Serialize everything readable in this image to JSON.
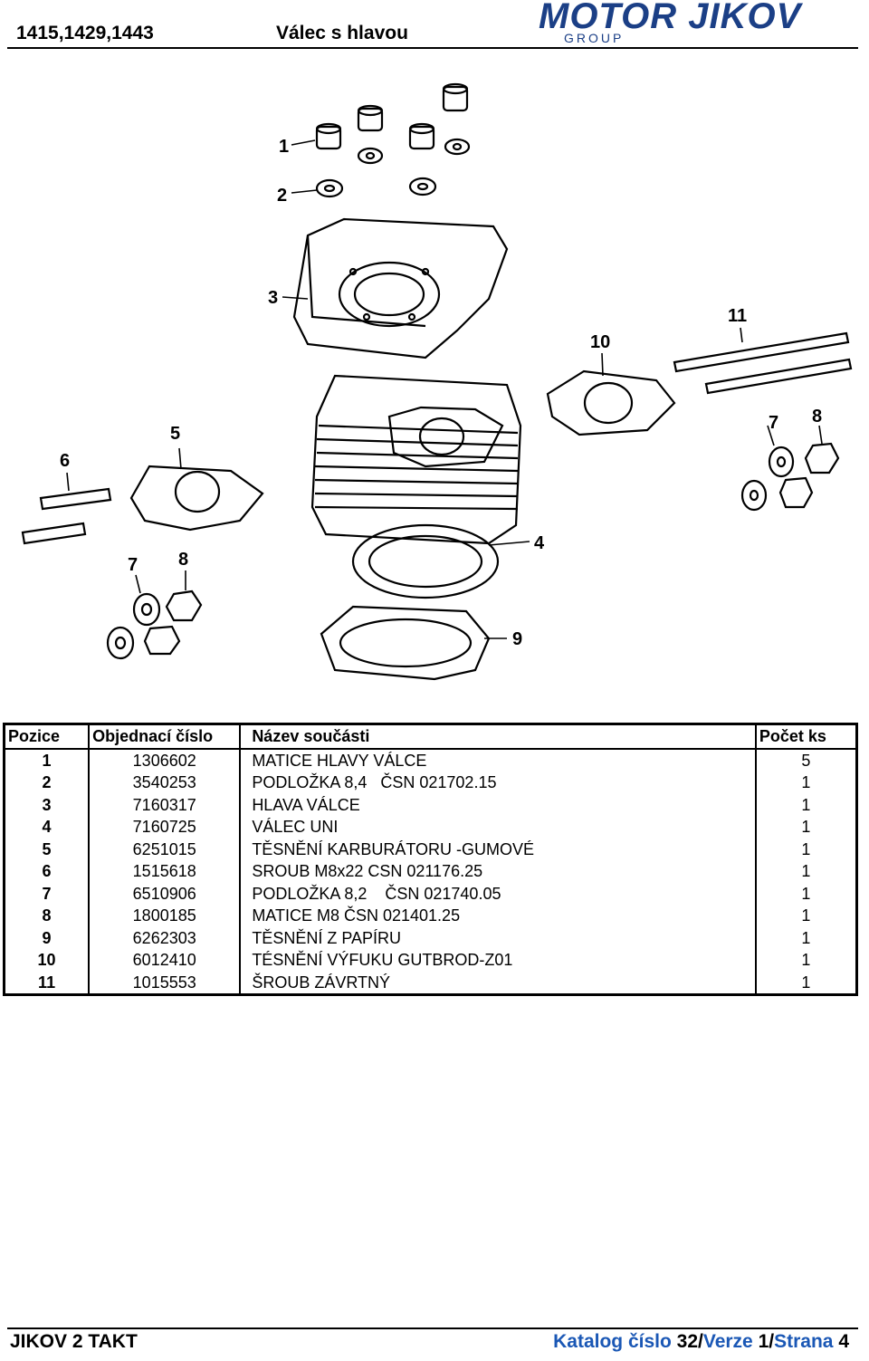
{
  "header": {
    "models": "1415,1429,1443",
    "title": "Válec s hlavou",
    "logo_main": "MOTOR JIKOV",
    "logo_sub": "GROUP"
  },
  "colors": {
    "brand": "#1b3f86",
    "footer_blue": "#1a57b5"
  },
  "diagram": {
    "callouts": {
      "c1": "1",
      "c2": "2",
      "c3": "3",
      "c4": "4",
      "c5": "5",
      "c6": "6",
      "c7a": "7",
      "c8a": "8",
      "c7b": "7",
      "c8b": "8",
      "c9": "9",
      "c10": "10",
      "c11": "11"
    }
  },
  "table": {
    "headers": {
      "pos": "Pozice",
      "order": "Objednací číslo",
      "name": "Název součásti",
      "qty": "Počet ks"
    },
    "rows": [
      {
        "pos": "1",
        "order": "1306602",
        "name": "MATICE HLAVY VÁLCE",
        "qty": "5"
      },
      {
        "pos": "2",
        "order": "3540253",
        "name": "PODLOŽKA 8,4   ČSN 021702.15",
        "qty": "1"
      },
      {
        "pos": "3",
        "order": "7160317",
        "name": "HLAVA VÁLCE",
        "qty": "1"
      },
      {
        "pos": "4",
        "order": "7160725",
        "name": "VÁLEC UNI",
        "qty": "1"
      },
      {
        "pos": "5",
        "order": "6251015",
        "name": "TĚSNĚNÍ KARBURÁTORU -GUMOVÉ",
        "qty": "1"
      },
      {
        "pos": "6",
        "order": "1515618",
        "name": "SROUB M8x22 CSN 021176.25",
        "qty": "1"
      },
      {
        "pos": "7",
        "order": "6510906",
        "name": "PODLOŽKA 8,2    ČSN 021740.05",
        "qty": "1"
      },
      {
        "pos": "8",
        "order": "1800185",
        "name": "MATICE M8 ČSN 021401.25",
        "qty": "1"
      },
      {
        "pos": "9",
        "order": "6262303",
        "name": "TĚSNĚNÍ Z PAPÍRU",
        "qty": "1"
      },
      {
        "pos": "10",
        "order": "6012410",
        "name": "TÉSNĚNÍ VÝFUKU GUTBROD-Z01",
        "qty": "1"
      },
      {
        "pos": "11",
        "order": "1015553",
        "name": "ŠROUB ZÁVRTNÝ",
        "qty": "1"
      }
    ]
  },
  "footer": {
    "left": "JIKOV 2 TAKT",
    "catalog_label": "Katalog číslo ",
    "catalog_no": "32",
    "sep1": "/",
    "version_label": "Verze ",
    "version_no": "1",
    "sep2": "/",
    "page_label": "Strana ",
    "page_no": "4"
  }
}
